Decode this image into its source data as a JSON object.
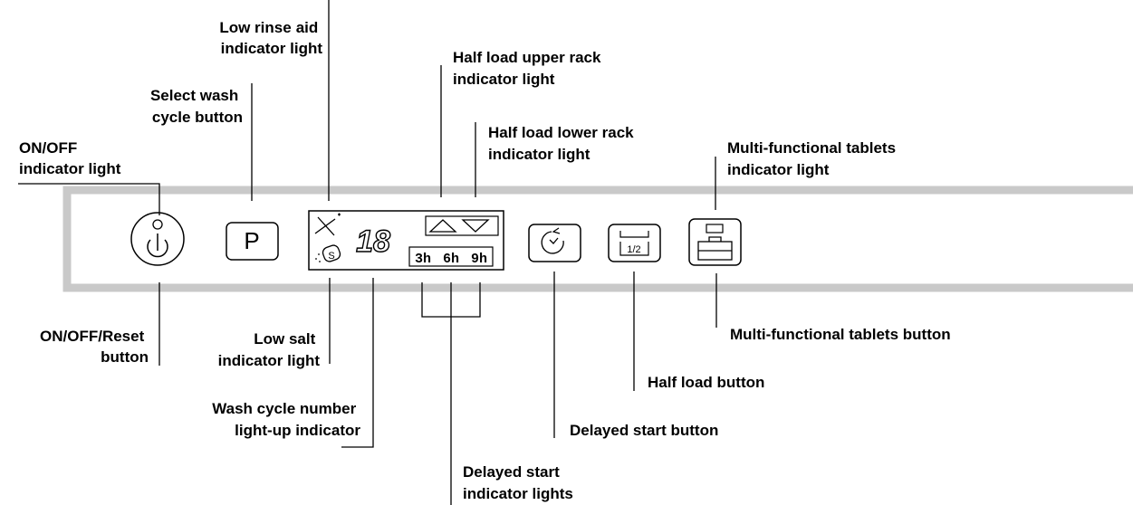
{
  "labels": {
    "on_off_indicator": [
      "ON/OFF",
      "indicator light"
    ],
    "select_wash": [
      "Select wash",
      "cycle button"
    ],
    "low_rinse": [
      "Low rinse",
      "aid",
      "indicator light"
    ],
    "half_upper": [
      "Half load upper rack",
      "indicator light"
    ],
    "half_lower": [
      "Half load lower rack",
      "indicator light"
    ],
    "multi_tablets_light": [
      "Multi-functional tablets",
      "indicator light"
    ],
    "on_off_reset": [
      "ON/OFF/Reset",
      "button"
    ],
    "low_salt": [
      "Low salt",
      "indicator light"
    ],
    "wash_number": [
      "Wash cycle number",
      "light-up indicator"
    ],
    "delayed_start_lights": [
      "Delayed start",
      "indicator lights"
    ],
    "delayed_start_button": "Delayed start button",
    "half_load_button": "Half load button",
    "multi_tablets_button": "Multi-functional tablets button"
  },
  "panel": {
    "program_button": "P",
    "digit_display": "18",
    "timer_hours": [
      "3h",
      "6h",
      "9h"
    ],
    "salt_symbol": "S",
    "half_load_symbol": "1/2"
  }
}
